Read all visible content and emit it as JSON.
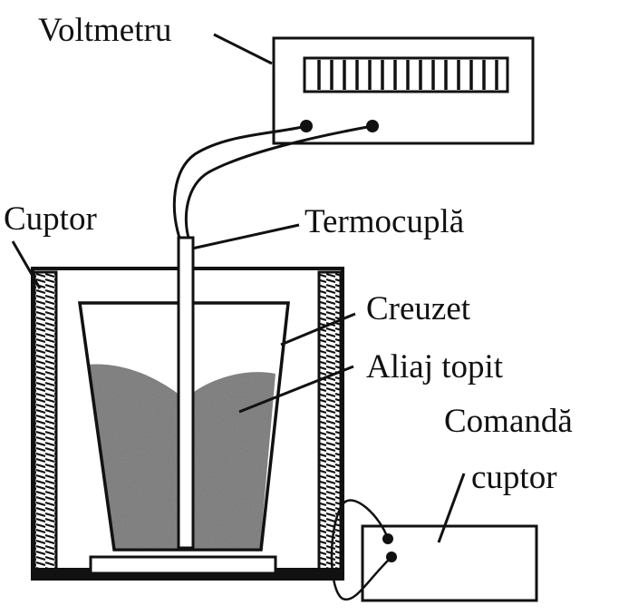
{
  "labels": {
    "voltmeter": "Voltmetru",
    "furnace": "Cuptor",
    "thermocouple": "Termocuplă",
    "crucible": "Creuzet",
    "molten_alloy": "Aliaj topit",
    "furnace_control_line1": "Comandă",
    "furnace_control_line2": "cuptor"
  },
  "colors": {
    "ink": "#111111",
    "alloy": "#8a8a8a",
    "paper": "#ffffff"
  }
}
